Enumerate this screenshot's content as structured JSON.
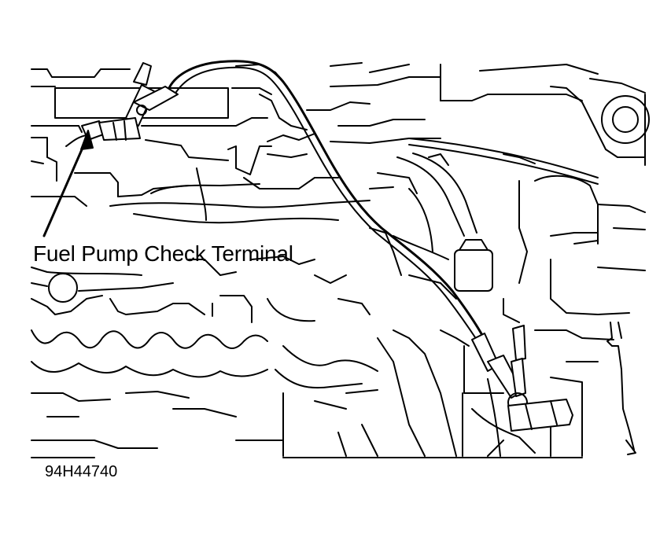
{
  "callout": {
    "label": "Fuel Pump Check Terminal"
  },
  "figure_id": "94H44740",
  "icons": {
    "pointer_arrow": "arrow-up-right",
    "alligator_clip": "clip"
  },
  "colors": {
    "ink": "#000000",
    "paper": "#ffffff"
  }
}
